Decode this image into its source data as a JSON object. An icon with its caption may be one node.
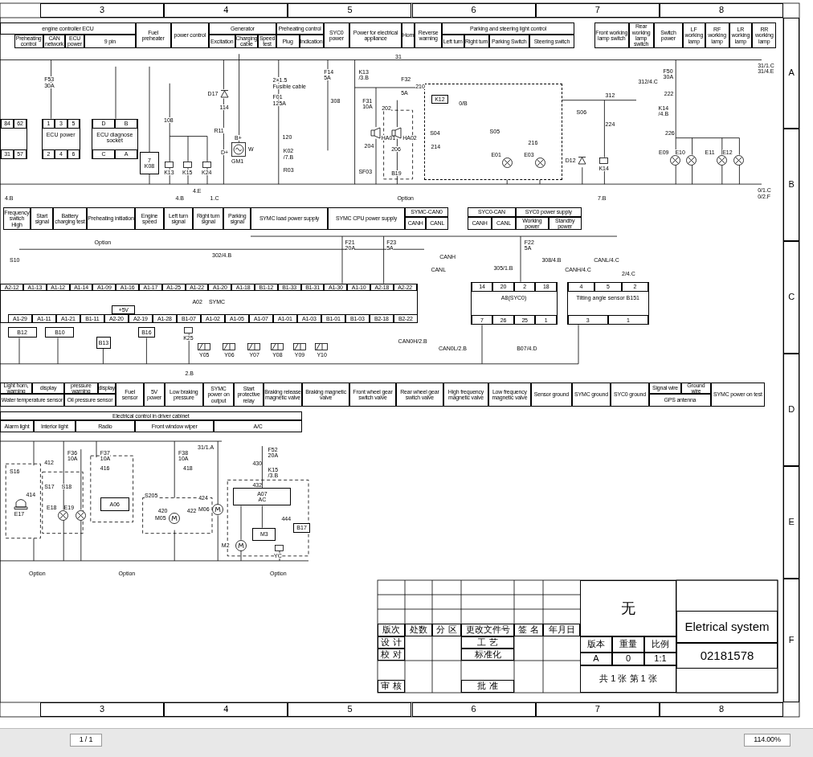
{
  "diagram": {
    "nodes": [
      {
        "text": [
          "84",
          "62",
          "31",
          "57"
        ]
      },
      {
        "text": [
          "1",
          "3",
          "5",
          "ECU power",
          "2",
          "4",
          "6"
        ]
      },
      {
        "text": [
          "D",
          "B",
          "ECU diagnose socket",
          "C",
          "A"
        ]
      },
      {
        "text": [
          "7",
          "K08"
        ]
      },
      {
        "text": [
          "K13"
        ]
      },
      {
        "text": [
          "K15"
        ]
      },
      {
        "text": [
          "K24"
        ]
      },
      {
        "text": [
          "GM1"
        ],
        "beside": [
          "B+",
          "D+",
          "W"
        ]
      },
      {
        "text": [
          "D17"
        ]
      },
      {
        "text": [
          "HA01"
        ]
      },
      {
        "text": [
          "HA02"
        ]
      },
      {
        "text": [],
        "shape": "box"
      },
      {
        "text": [
          "K12"
        ],
        "in": 11
      },
      {
        "text": [
          "E01"
        ],
        "in": 11
      },
      {
        "text": [
          "E03"
        ],
        "in": 11
      },
      {
        "text": [
          "D12"
        ]
      },
      {
        "text": [
          "K14"
        ]
      },
      {
        "text": [
          "E09"
        ]
      },
      {
        "text": [
          "E10"
        ]
      },
      {
        "text": [
          "E11"
        ]
      },
      {
        "text": [
          "E12"
        ]
      },
      {
        "text": [
          "A02",
          "SYMC"
        ]
      },
      {
        "text": [
          "14",
          "20",
          "2",
          "18",
          "A8(SYC0)",
          "7",
          "26",
          "25",
          "1"
        ]
      },
      {
        "text": [
          "4",
          "5",
          "2",
          "Tilting angle sensor B151",
          "3",
          "1"
        ]
      },
      {
        "text": [
          "B12"
        ]
      },
      {
        "text": [
          "B10"
        ]
      },
      {
        "text": [
          "B13"
        ]
      },
      {
        "text": [
          "B16"
        ]
      },
      {
        "text": [
          "K25"
        ]
      },
      {
        "text": [
          "Y05"
        ]
      },
      {
        "text": [
          "Y06"
        ]
      },
      {
        "text": [
          "Y07"
        ]
      },
      {
        "text": [
          "Y08"
        ]
      },
      {
        "text": [
          "Y09"
        ]
      },
      {
        "text": [
          "Y10"
        ]
      },
      {
        "text": [
          "E17"
        ]
      },
      {
        "text": [
          "E18"
        ]
      },
      {
        "text": [
          "E19"
        ]
      },
      {
        "text": [
          "A06"
        ]
      },
      {
        "text": [
          "M05"
        ]
      },
      {
        "text": [
          "M06"
        ]
      },
      {
        "text": [
          "A07",
          "AC"
        ]
      },
      {
        "text": [
          "M2"
        ]
      },
      {
        "text": [
          "M3"
        ]
      },
      {
        "text": [
          "YC"
        ]
      },
      {
        "text": [
          "B17"
        ]
      }
    ],
    "labels": [
      "3",
      "4",
      "5",
      "6",
      "7",
      "8",
      "A",
      "B",
      "C",
      "D",
      "E",
      "F",
      "3",
      "4",
      "5",
      "6",
      "7",
      "8",
      "engine controller ECU",
      "Preheating control",
      "CAN network",
      "ECU power",
      "9 pin",
      "Fuel preheater",
      "power control",
      "Generator",
      "Excitation",
      "Charging cable",
      "Speed test",
      "Preheating control",
      "Plug",
      "Indication",
      "SYC0 power",
      "Power for electrical appliance",
      "Horn",
      "Reverse warning",
      "Parking and steering light control",
      "Left turn",
      "Right turn",
      "Parking Switch",
      "Steering switch",
      "Front working lamp switch",
      "Rear working lamp switch",
      "Switch power",
      "LF working lamp",
      "RF working lamp",
      "LR working lamp",
      "RR working lamp",
      "Frequency switch High",
      "Start signal",
      "Battery charging test",
      "Preheating initiation",
      "Engine speed",
      "Left turn signal",
      "Right turn signal",
      "Parking signal",
      "SYMC load power supply",
      "SYMC CPU power supply",
      "SYMC-CAN0",
      "CANH",
      "CANL",
      "SYC0-CAN",
      "CANH",
      "CANL",
      "SYC0 power supply",
      "Working power",
      "Standby power",
      "Light horn, warning",
      "display",
      "Water temperature sensor",
      "pressure warning",
      "display",
      "Oil pressure sensor",
      "Fuel sensor",
      "5V power",
      "Low braking pressure",
      "SYMC power on output",
      "Start protective relay",
      "Braking release magnetic valve",
      "Braking magnetic valve",
      "Front wheel gear switch valve",
      "Rear wheel gear switch valve",
      "High frequency magnetic valve",
      "Low frequency magnetic valve",
      "Sensor ground",
      "SYMC ground",
      "SYC0 ground",
      "Signal wire",
      "Ground wire",
      "GPS antenna",
      "SYMC power on test",
      "Electrical control in driver cabinet",
      "Alarm light",
      "Interior light",
      "Radio",
      "Front window wiper",
      "A/C",
      "版次",
      "处数",
      "分 区",
      "更改文件号",
      "签 名",
      "年月日",
      "设 计",
      "工 艺",
      "校 对",
      "标准化",
      "审 核",
      "批 准",
      "无",
      "版本",
      "重量",
      "比例",
      "A",
      "0",
      "1:1",
      "共 1 张 第 1 张",
      "Eletrical system",
      "02181578",
      "F53",
      "30A",
      "108",
      "114",
      "R11",
      "2×1.5",
      "Fusible cable",
      "F01",
      "125A",
      "120",
      "K02",
      "/7.B",
      "R03",
      "F14",
      "5A",
      "308",
      "K13",
      "/3.B",
      "31",
      "F31",
      "10A",
      "F32",
      "5A",
      "210",
      "202",
      "204",
      "206",
      "SF03",
      "B19",
      "Option",
      "0/B",
      "S04",
      "S05",
      "214",
      "216",
      "312",
      "312/4.C",
      "S06",
      "224",
      "F50",
      "30A",
      "222",
      "K14",
      "/4.B",
      "226",
      "31/1.C",
      "31/4.E",
      "0/1.C",
      "0/2.F",
      "4.B",
      "4.B",
      "4.E",
      "1.C",
      "7.B",
      "Option",
      "302/4.B",
      "S10",
      "F21",
      "20A",
      "F23",
      "5A",
      "F22",
      "5A",
      "CANH",
      "CANL",
      "CANH/4.C",
      "CANL/4.C",
      "2/4.C",
      "308/4.B",
      "305/1.B",
      "CAN0H/2.B",
      "CAN0L/2.B",
      "B07/4.D",
      "2.B",
      "F36",
      "10A",
      "F37",
      "10A",
      "F38",
      "10A",
      "31/1.A",
      "F52",
      "20A",
      "412",
      "416",
      "418",
      "430",
      "K15",
      "/3.B",
      "432",
      "S16",
      "414",
      "S17",
      "S18",
      "S205",
      "420",
      "422",
      "424",
      "444",
      "Option",
      "Option",
      "Option",
      "A2-12",
      "A1-13",
      "A1-12",
      "A1-14",
      "A1-09",
      "A1-16",
      "A1-17",
      "A1-25",
      "A1-22",
      "A1-20",
      "A1-18",
      "B1-12",
      "B1-33",
      "B1-31",
      "A1-30",
      "A1-10",
      "A2-18",
      "A2-22",
      "+5V",
      "A1-29",
      "A1-11",
      "A1-21",
      "B1-11",
      "A2-20",
      "A2-19",
      "A1-28",
      "B1-07",
      "A1-02",
      "A1-05",
      "A1-07",
      "A1-01",
      "A1-03",
      "B1-01",
      "B1-03",
      "B2-18",
      "B2-22",
      "1 / 1",
      "114.00%"
    ]
  }
}
